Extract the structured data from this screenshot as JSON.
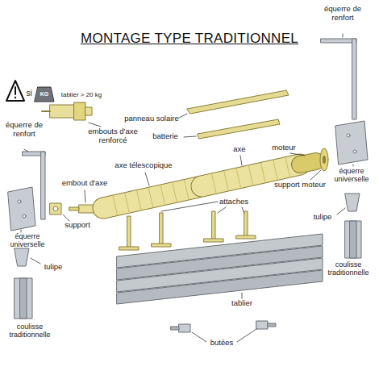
{
  "diagram": {
    "title": "MONTAGE TYPE TRADITIONNEL",
    "labels": [
      "si",
      "KG",
      "tablier > 20 kg",
      "embouts d'axe renforcé",
      "équerre de renfort",
      "panneau solaire",
      "batterie",
      "équerre de renfort",
      "axe télescopique",
      "axe",
      "moteur",
      "embout d'axe",
      "support moteur",
      "équerre universelle",
      "support",
      "équerre universelle",
      "attaches",
      "tulipe",
      "tulipe",
      "coulisse traditionnelle",
      "tablier",
      "coulisse traditionnelle",
      "butées"
    ]
  }
}
